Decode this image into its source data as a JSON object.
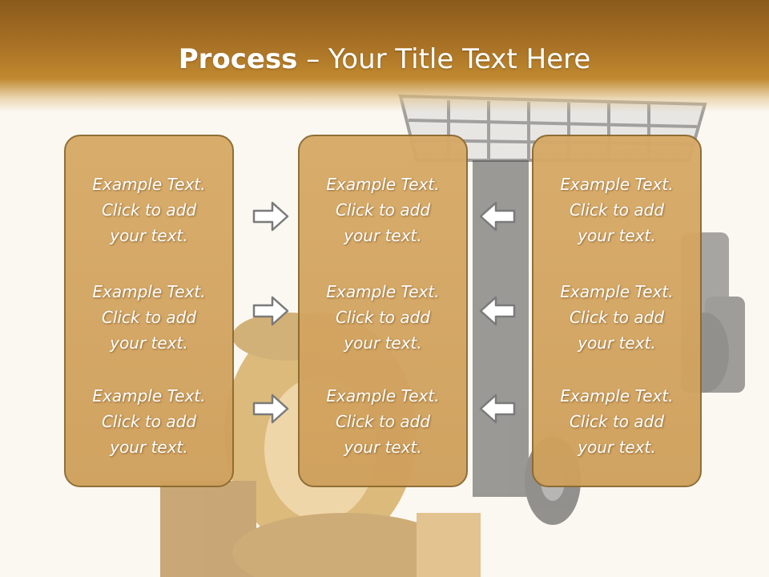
{
  "slide": {
    "title_bold": "Process",
    "title_rest": " – Your Title Text Here"
  },
  "columns": [
    {
      "blocks": [
        [
          "Example Text.",
          "Click  to add",
          "your text."
        ],
        [
          "Example Text.",
          "Click  to add",
          "your text."
        ],
        [
          "Example Text.",
          "Click  to add",
          "your text."
        ]
      ]
    },
    {
      "blocks": [
        [
          "Example Text.",
          "Click  to add",
          "your text."
        ],
        [
          "Example Text.",
          "Click  to add",
          "your text."
        ],
        [
          "Example Text.",
          "Click  to add",
          "your text."
        ]
      ]
    },
    {
      "blocks": [
        [
          "Example Text.",
          "Click  to add",
          "your text."
        ],
        [
          "Example Text.",
          "Click  to add",
          "your text."
        ],
        [
          "Example Text.",
          "Click  to add",
          "your text."
        ]
      ]
    }
  ],
  "arrows": {
    "left_to_center": "right-arrow-icon",
    "right_to_center": "left-arrow-icon"
  },
  "colors": {
    "header": "#a87125",
    "card_fill": "#d4a562",
    "card_border": "#8c6a30",
    "text": "#ffffff"
  }
}
